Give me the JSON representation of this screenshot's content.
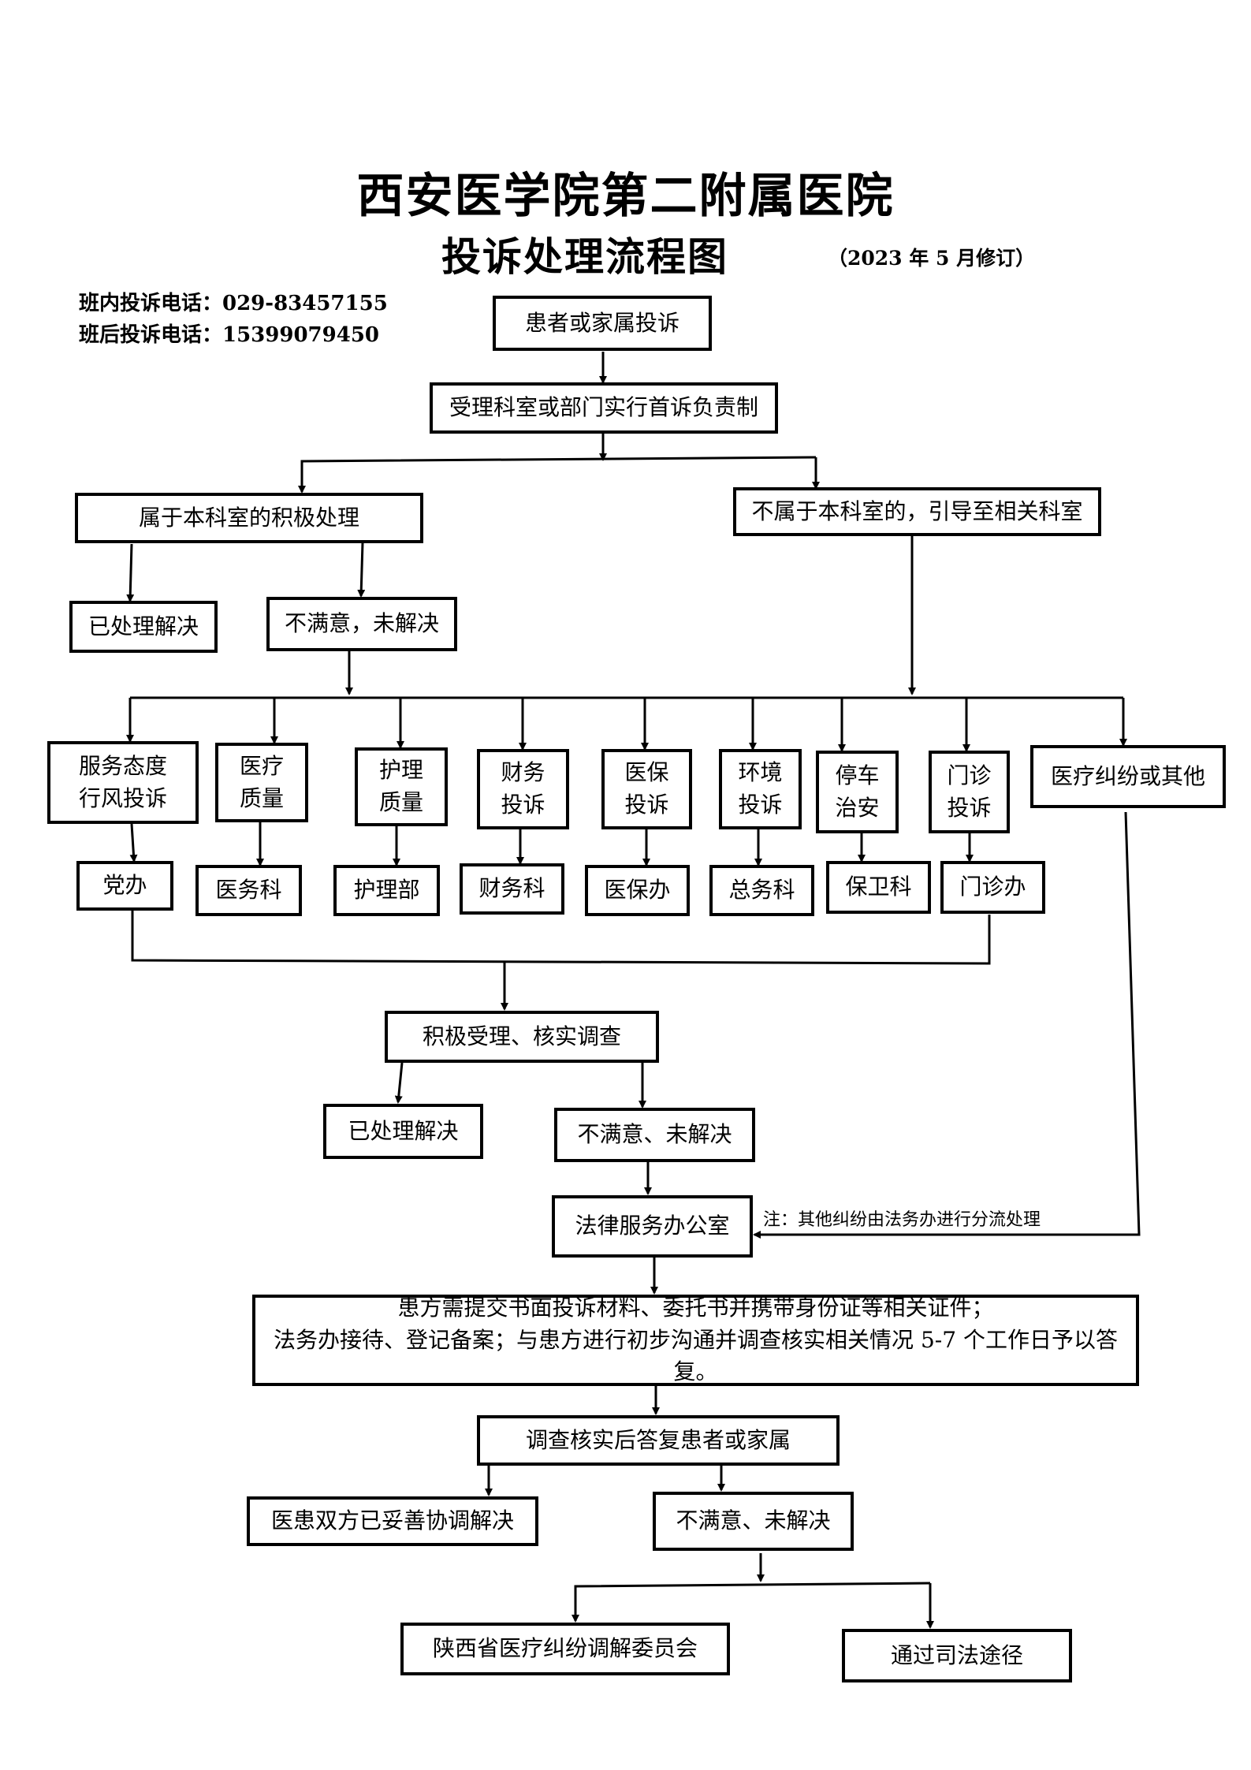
{
  "header": {
    "title": "西安医学院第二附属医院",
    "subtitle": "投诉处理流程图",
    "revision": "（2023 年 5 月修订）",
    "phone_day": "班内投诉电话：029-83457155",
    "phone_night": "班后投诉电话：15399079450"
  },
  "nodes": {
    "complaint": "患者或家属投诉",
    "first_contact": "受理科室或部门实行首诉负责制",
    "belongs": "属于本科室的积极处理",
    "not_belongs": "不属于本科室的，引导至相关科室",
    "resolved_1": "已处理解决",
    "unsatisfied_1": "不满意，未解决",
    "cat_service": "服务态度\n行风投诉",
    "cat_medical": "医疗\n质量",
    "cat_nursing": "护理\n质量",
    "cat_finance": "财务\n投诉",
    "cat_insurance": "医保\n投诉",
    "cat_environment": "环境\n投诉",
    "cat_parking": "停车\n治安",
    "cat_outpatient": "门诊\n投诉",
    "cat_dispute": "医疗纠纷或其他",
    "dept_party": "党办",
    "dept_medical": "医务科",
    "dept_nursing": "护理部",
    "dept_finance": "财务科",
    "dept_insurance": "医保办",
    "dept_general": "总务科",
    "dept_security": "保卫科",
    "dept_outpatient": "门诊办",
    "investigate": "积极受理、核实调查",
    "resolved_2": "已处理解决",
    "unsatisfied_2": "不满意、未解决",
    "legal_office": "法律服务办公室",
    "legal_note": "注：其他纠纷由法务办进行分流处理",
    "legal_process_1": "患方需提交书面投诉材料、委托书并携带身份证等相关证件；",
    "legal_process_2": "法务办接待、登记备案；与患方进行初步沟通并调查核实相关情况 5-7 个工作日予以答复。",
    "reply": "调查核实后答复患者或家属",
    "resolved_3": "医患双方已妥善协调解决",
    "unsatisfied_3": "不满意、未解决",
    "mediation": "陕西省医疗纠纷调解委员会",
    "judicial": "通过司法途径"
  }
}
